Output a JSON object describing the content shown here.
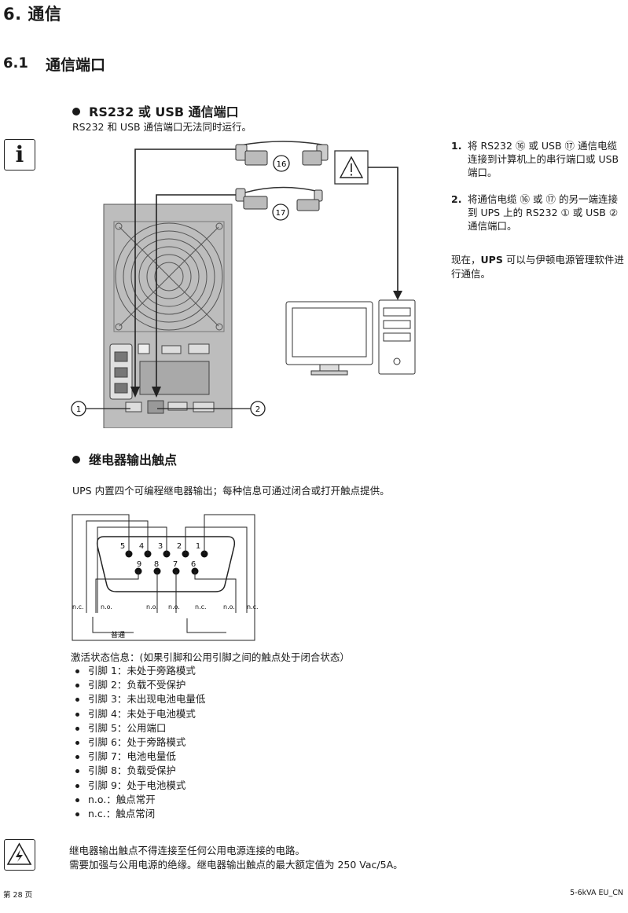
{
  "heading": {
    "section": "6. 通信",
    "sub_num": "6.1",
    "sub_title": "通信端口"
  },
  "rs232_usb": {
    "title": "RS232 或 USB 通信端口",
    "subtitle": "RS232 和 USB 通信端口无法同时运行。",
    "steps": [
      {
        "num": "1.",
        "parts": [
          "将 RS232 ",
          "⑯",
          " 或 USB ",
          "⑰",
          " 通信电缆连接到计算机上的串行端口或 USB 端口。"
        ]
      },
      {
        "num": "2.",
        "parts": [
          "将通信电缆 ",
          "⑯",
          " 或 ",
          "⑰",
          " 的另一端连接到 UPS 上的 RS232 ",
          "①",
          " 或 USB ",
          "②",
          " 通信端口。"
        ]
      }
    ],
    "note_prefix": "现在，",
    "note_bold": "UPS",
    "note_suffix": " 可以与伊顿电源管理软件进行通信。",
    "callouts": {
      "c16": "16",
      "c17": "17",
      "c1": "1",
      "c2": "2"
    }
  },
  "relay": {
    "title": "继电器输出触点",
    "intro": "UPS 内置四个可编程继电器输出；每种信息可通过闭合或打开触点提供。",
    "pins_top": [
      "5",
      "4",
      "3",
      "2",
      "1"
    ],
    "pins_bottom": [
      "9",
      "8",
      "7",
      "6"
    ],
    "contact_labels": [
      "n.c.",
      "n.o.",
      "n.o.",
      "n.o.",
      "n.c.",
      "n.o.",
      "n.c."
    ],
    "common_label": "普通",
    "active_title": "激活状态信息：(如果引脚和公用引脚之间的触点处于闭合状态）",
    "items": [
      "引脚 1：未处于旁路模式",
      "引脚 2：负载不受保护",
      "引脚 3：未出现电池电量低",
      "引脚 4：未处于电池模式",
      "引脚 5：公用端口",
      "引脚 6：处于旁路模式",
      "引脚 7：电池电量低",
      "引脚 8：负载受保护",
      "引脚 9：处于电池模式",
      "n.o.：触点常开",
      "n.c.：触点常闭"
    ],
    "warning_1": "继电器输出触点不得连接至任何公用电源连接的电路。",
    "warning_2": "需要加强与公用电源的绝缘。继电器输出触点的最大额定值为 250 Vac/5A。"
  },
  "icons": {
    "info": "info-icon",
    "warning": "warning-triangle-icon",
    "hazard": "electrical-hazard-icon"
  },
  "footer": {
    "page": "第 28 页",
    "doc": "5-6kVA EU_CN"
  }
}
